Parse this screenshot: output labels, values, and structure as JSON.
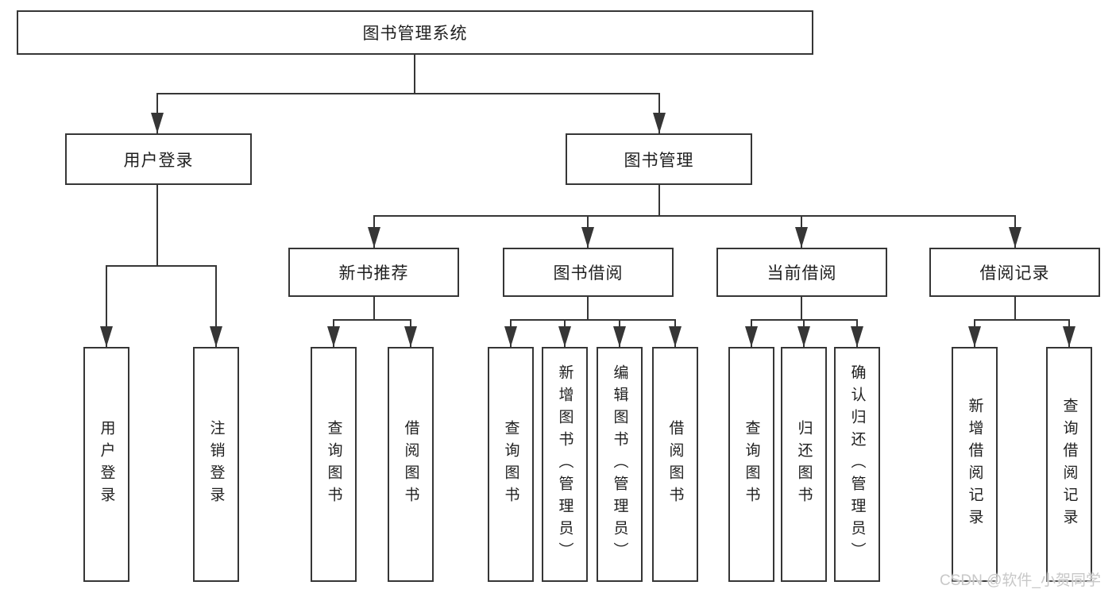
{
  "nodes": {
    "root": "图书管理系统",
    "user_login": "用户登录",
    "book_mgmt": "图书管理",
    "new_book_rec": "新书推荐",
    "book_borrow": "图书借阅",
    "current_borrow": "当前借阅",
    "borrow_records": "借阅记录",
    "leaf_user_login": "用户登录",
    "leaf_logout": "注销登录",
    "leaf_query_book_1": "查询图书",
    "leaf_borrow_book_1": "借阅图书",
    "leaf_query_book_2": "查询图书",
    "leaf_add_book": "新增图书（管理员）",
    "leaf_edit_book": "编辑图书（管理员）",
    "leaf_borrow_book_2": "借阅图书",
    "leaf_query_book_3": "查询图书",
    "leaf_return_book": "归还图书",
    "leaf_confirm_return": "确认归还（管理员）",
    "leaf_add_borrow_record": "新增借阅记录",
    "leaf_query_borrow_record": "查询借阅记录"
  },
  "colors": {
    "line": "#363636",
    "text": "#1f1f1f",
    "watermark": "#c8c8c8"
  },
  "watermark": {
    "text": "CSDN @软件_小贺同学"
  }
}
